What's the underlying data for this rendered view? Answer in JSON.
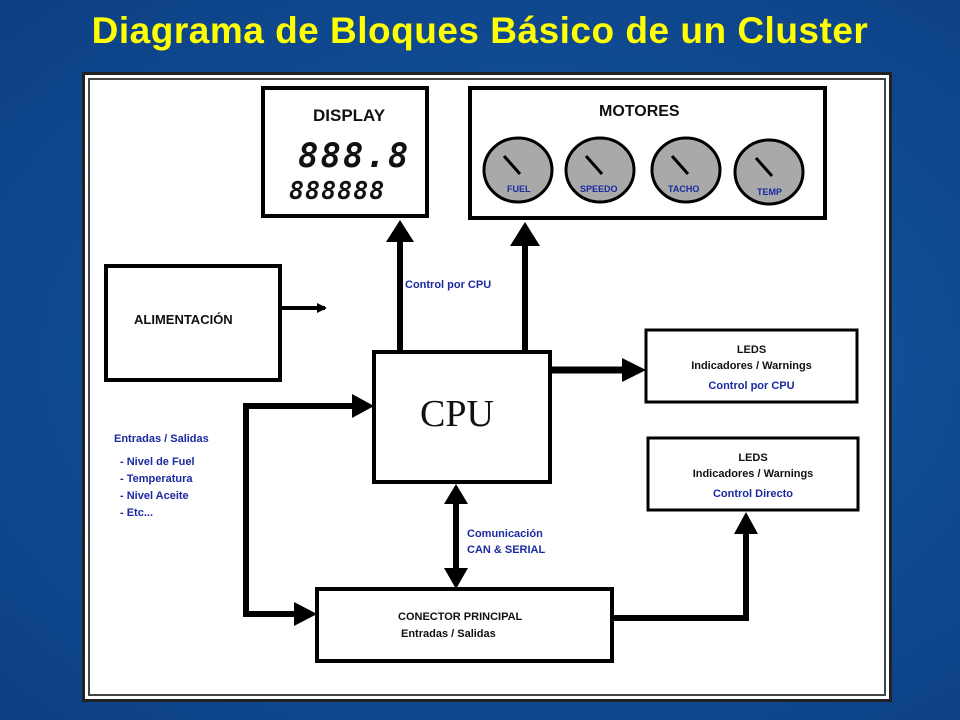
{
  "slide": {
    "title": "Diagrama de Bloques Básico de un Cluster"
  },
  "display": {
    "title": "DISPLAY",
    "digits_top": "888.8",
    "digits_bottom": "888888"
  },
  "motores": {
    "title": "MOTORES",
    "gauges": [
      "FUEL",
      "SPEEDO",
      "TACHO",
      "TEMP"
    ]
  },
  "alimentacion": {
    "label": "ALIMENTACIÓN"
  },
  "cpu": {
    "label": "CPU"
  },
  "control_cpu_label": "Control por CPU",
  "leds_cpu": {
    "title": "LEDS",
    "subtitle": "Indicadores / Warnings",
    "control": "Control por CPU"
  },
  "leds_directo": {
    "title": "LEDS",
    "subtitle": "Indicadores / Warnings",
    "control": "Control Directo"
  },
  "io_list": {
    "heading": "Entradas / Salidas",
    "items": [
      "- Nivel de Fuel",
      "- Temperatura",
      "- Nivel Aceite",
      "- Etc..."
    ]
  },
  "comunicacion": {
    "line1": "Comunicación",
    "line2": "CAN & SERIAL"
  },
  "conector": {
    "line1": "CONECTOR PRINCIPAL",
    "line2": "Entradas / Salidas"
  },
  "colors": {
    "title": "#ffff00",
    "label_blue": "#1a2aa0",
    "background": "#124e98"
  }
}
